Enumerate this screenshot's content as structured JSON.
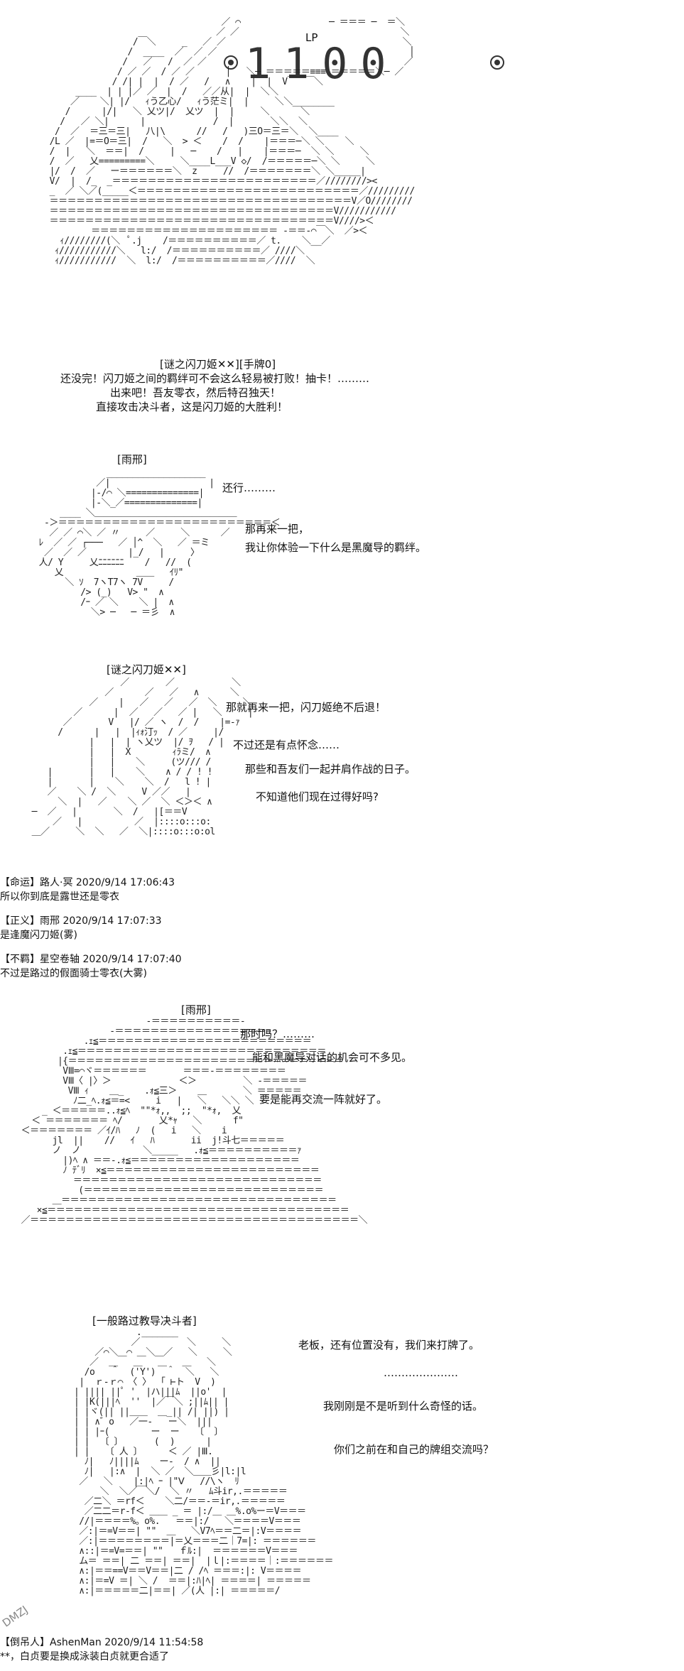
{
  "panel1": {
    "lp_label": "LP",
    "lp_value": "1100",
    "name_tag": "[谜之闪刀姬✕✕][手牌0]",
    "lines": [
      "还没完！闪刀姬之间的羁绊可不会这么轻易被打败！抽卡！………",
      "出来吧！吾友零衣，然后特召独天！",
      "直接攻击决斗者，这是闪刀姬的大胜利！"
    ]
  },
  "panel2": {
    "name_tag": "[雨邢]",
    "lines": [
      "还行………",
      "那再来一把，",
      "我让你体验一下什么是黑魔导的羁绊。"
    ]
  },
  "panel3": {
    "name_tag": "[谜之闪刀姬✕✕]",
    "lines": [
      "那就再来一把，闪刀姬绝不后退！",
      "不过还是有点怀念……",
      "那些和吾友们一起并肩作战的日子。",
      "不知道他们现在过得好吗?"
    ]
  },
  "comments": [
    {
      "header": "【命运】路人·冥 2020/9/14 17:06:43",
      "body": "所以你到底是露世还是零衣"
    },
    {
      "header": "【正义】雨邢 2020/9/14 17:07:33",
      "body": "是逢魔闪刀姬(雾)"
    },
    {
      "header": "【不羁】星空卷轴 2020/9/14 17:07:40",
      "body": "不过是路过的假面骑士零衣(大雾)"
    }
  ],
  "panel4": {
    "name_tag": "[雨邢]",
    "lines": [
      "那时吗？………",
      "能和黑魔导对话的机会可不多见。",
      "要是能再交流一阵就好了。"
    ]
  },
  "panel5": {
    "name_tag": "[一般路过教导决斗者]",
    "lines": [
      "老板，还有位置没有，我们来打牌了。",
      "…………………",
      "我刚刚是不是听到什么奇怪的话。",
      "你们之前在和自己的牌组交流吗？"
    ]
  },
  "footer": {
    "header": "【倒吊人】AshenMan 2020/9/14 11:54:58",
    "body": "**，白贞要是换成泳装白贞就更合适了"
  },
  "watermark": "DMZJ"
}
